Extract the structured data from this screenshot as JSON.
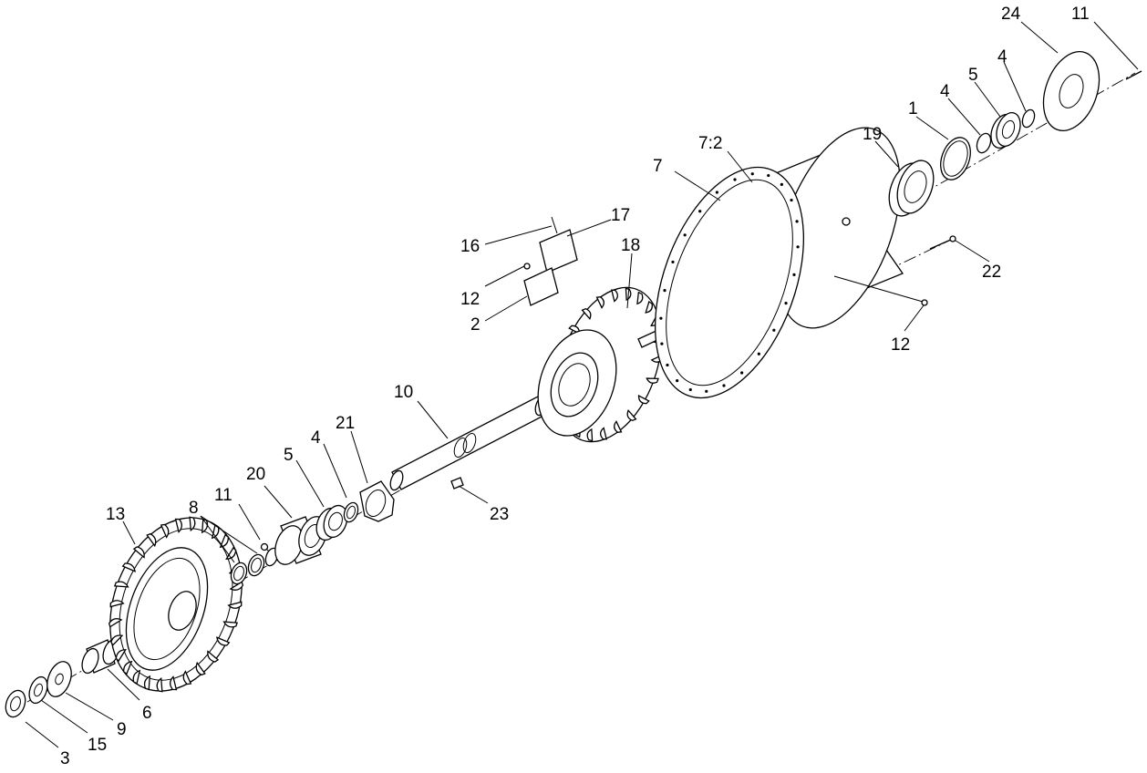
{
  "callouts": {
    "c3": "3",
    "c15": "15",
    "c9": "9",
    "c6": "6",
    "c13": "13",
    "c8": "8",
    "c11a": "11",
    "c20": "20",
    "c5a": "5",
    "c4a": "4",
    "c21": "21",
    "c10": "10",
    "c23": "23",
    "c16": "16",
    "c17": "17",
    "c18": "18",
    "c12a": "12",
    "c2": "2",
    "c7": "7",
    "c72": "7:2",
    "c22": "22",
    "c12b": "12",
    "c19": "19",
    "c1": "1",
    "c4b": "4",
    "c5b": "5",
    "c4c": "4",
    "c24": "24",
    "c11b": "11"
  }
}
